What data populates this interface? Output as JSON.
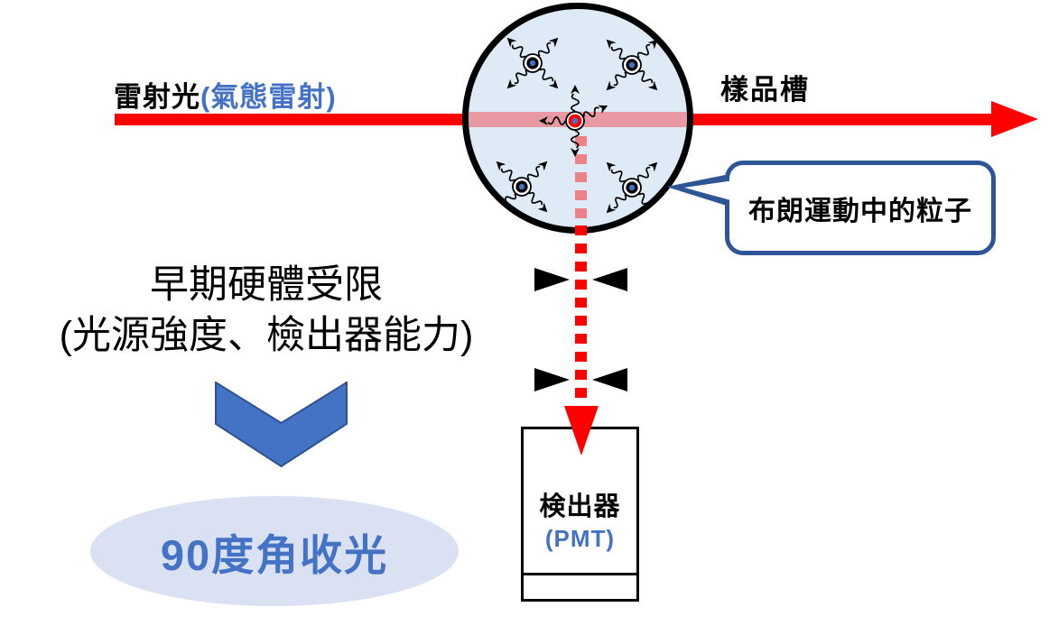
{
  "diagram": {
    "laser_label": {
      "black": "雷射光",
      "blue": "(氣態雷射)"
    },
    "sample_cell_label": "樣品槽",
    "callout_text": "布朗運動中的粒子",
    "limitation_note": {
      "line1": "早期硬體受限",
      "line2": "(光源強度、檢出器能力)"
    },
    "conclusion_text": "90度角收光",
    "detector_label": {
      "name": "検出器",
      "type": "(PMT)"
    },
    "colors": {
      "laser_red": "#FF0000",
      "accent_blue": "#4472C4",
      "outline_blue": "#2E5596",
      "cell_fill": "#DEEBF7",
      "beam_tint_pink": "rgba(255,0,0,0.35)",
      "ellipse_fill": "#D9E1F2"
    }
  }
}
